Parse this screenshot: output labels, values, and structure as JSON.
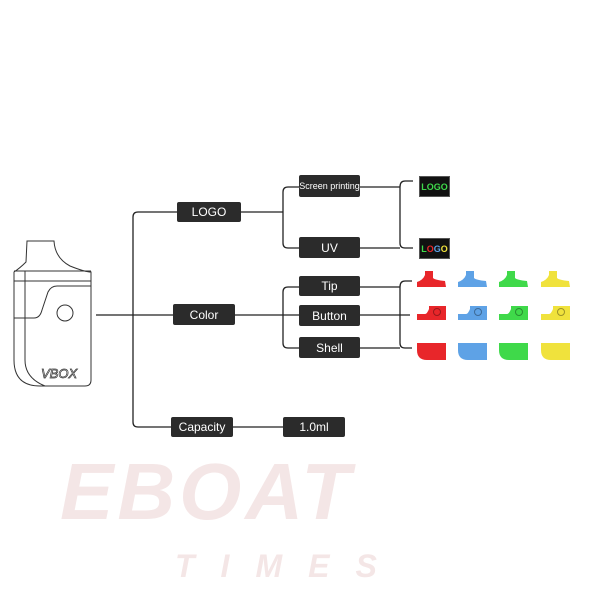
{
  "device": {
    "brand": "VBOX"
  },
  "watermark": {
    "line1": "EBOAT",
    "line2": "TIMES"
  },
  "categories": {
    "logo": "LOGO",
    "color": "Color",
    "capacity": "Capacity"
  },
  "logo_options": {
    "screen_printing": "Screen printing",
    "uv": "UV"
  },
  "logo_samples": {
    "screen_printing": "LOGO",
    "uv": [
      "L",
      "O",
      "G",
      "O"
    ]
  },
  "color_parts": {
    "tip": "Tip",
    "button": "Button",
    "shell": "Shell"
  },
  "capacity_value": "1.0ml",
  "colors": {
    "red": "#e8262a",
    "blue": "#5ea2e6",
    "green": "#3fd94a",
    "yellow": "#f0e23c",
    "screen_logo": "#3fd94a",
    "uv_logo": [
      "#3fd94a",
      "#e8262a",
      "#5ea2e6",
      "#f0e23c"
    ]
  }
}
